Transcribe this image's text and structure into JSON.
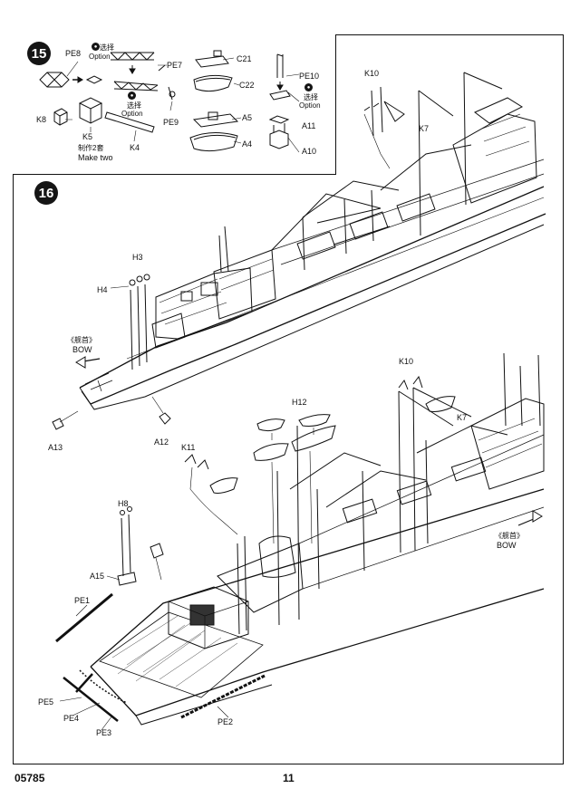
{
  "page": {
    "code": "05785",
    "number": "11"
  },
  "step15": {
    "number": "15",
    "labels": {
      "pe8": "PE8",
      "pe7": "PE7",
      "pe9": "PE9",
      "k8": "K8",
      "k5": "K5",
      "k4": "K4",
      "c21": "C21",
      "c22": "C22",
      "a5": "A5",
      "a4": "A4",
      "pe10": "PE10",
      "a11": "A11",
      "a10": "A10"
    },
    "option1_cn": "选择",
    "option1_en": "Option",
    "option2_cn": "选择",
    "option2_en": "Option",
    "option3_cn": "选择",
    "option3_en": "Option",
    "make_cn": "制作2套",
    "make_en": "Make two"
  },
  "step16": {
    "number": "16",
    "upper": {
      "k10": "K10",
      "k7": "K7",
      "h3": "H3",
      "h4": "H4",
      "bow_cn": "《舰首》",
      "bow_en": "BOW",
      "a13": "A13",
      "a12": "A12"
    },
    "lower": {
      "k10": "K10",
      "k7": "K7",
      "h12": "H12",
      "k11": "K11",
      "h8": "H8",
      "a15": "A15",
      "pe1": "PE1",
      "pe5": "PE5",
      "pe4": "PE4",
      "pe3": "PE3",
      "pe2": "PE2",
      "bow_cn": "《舰首》",
      "bow_en": "BOW"
    }
  },
  "icons": [
    "sub-assembly-arrow",
    "direction-arrow",
    "option-marker"
  ]
}
